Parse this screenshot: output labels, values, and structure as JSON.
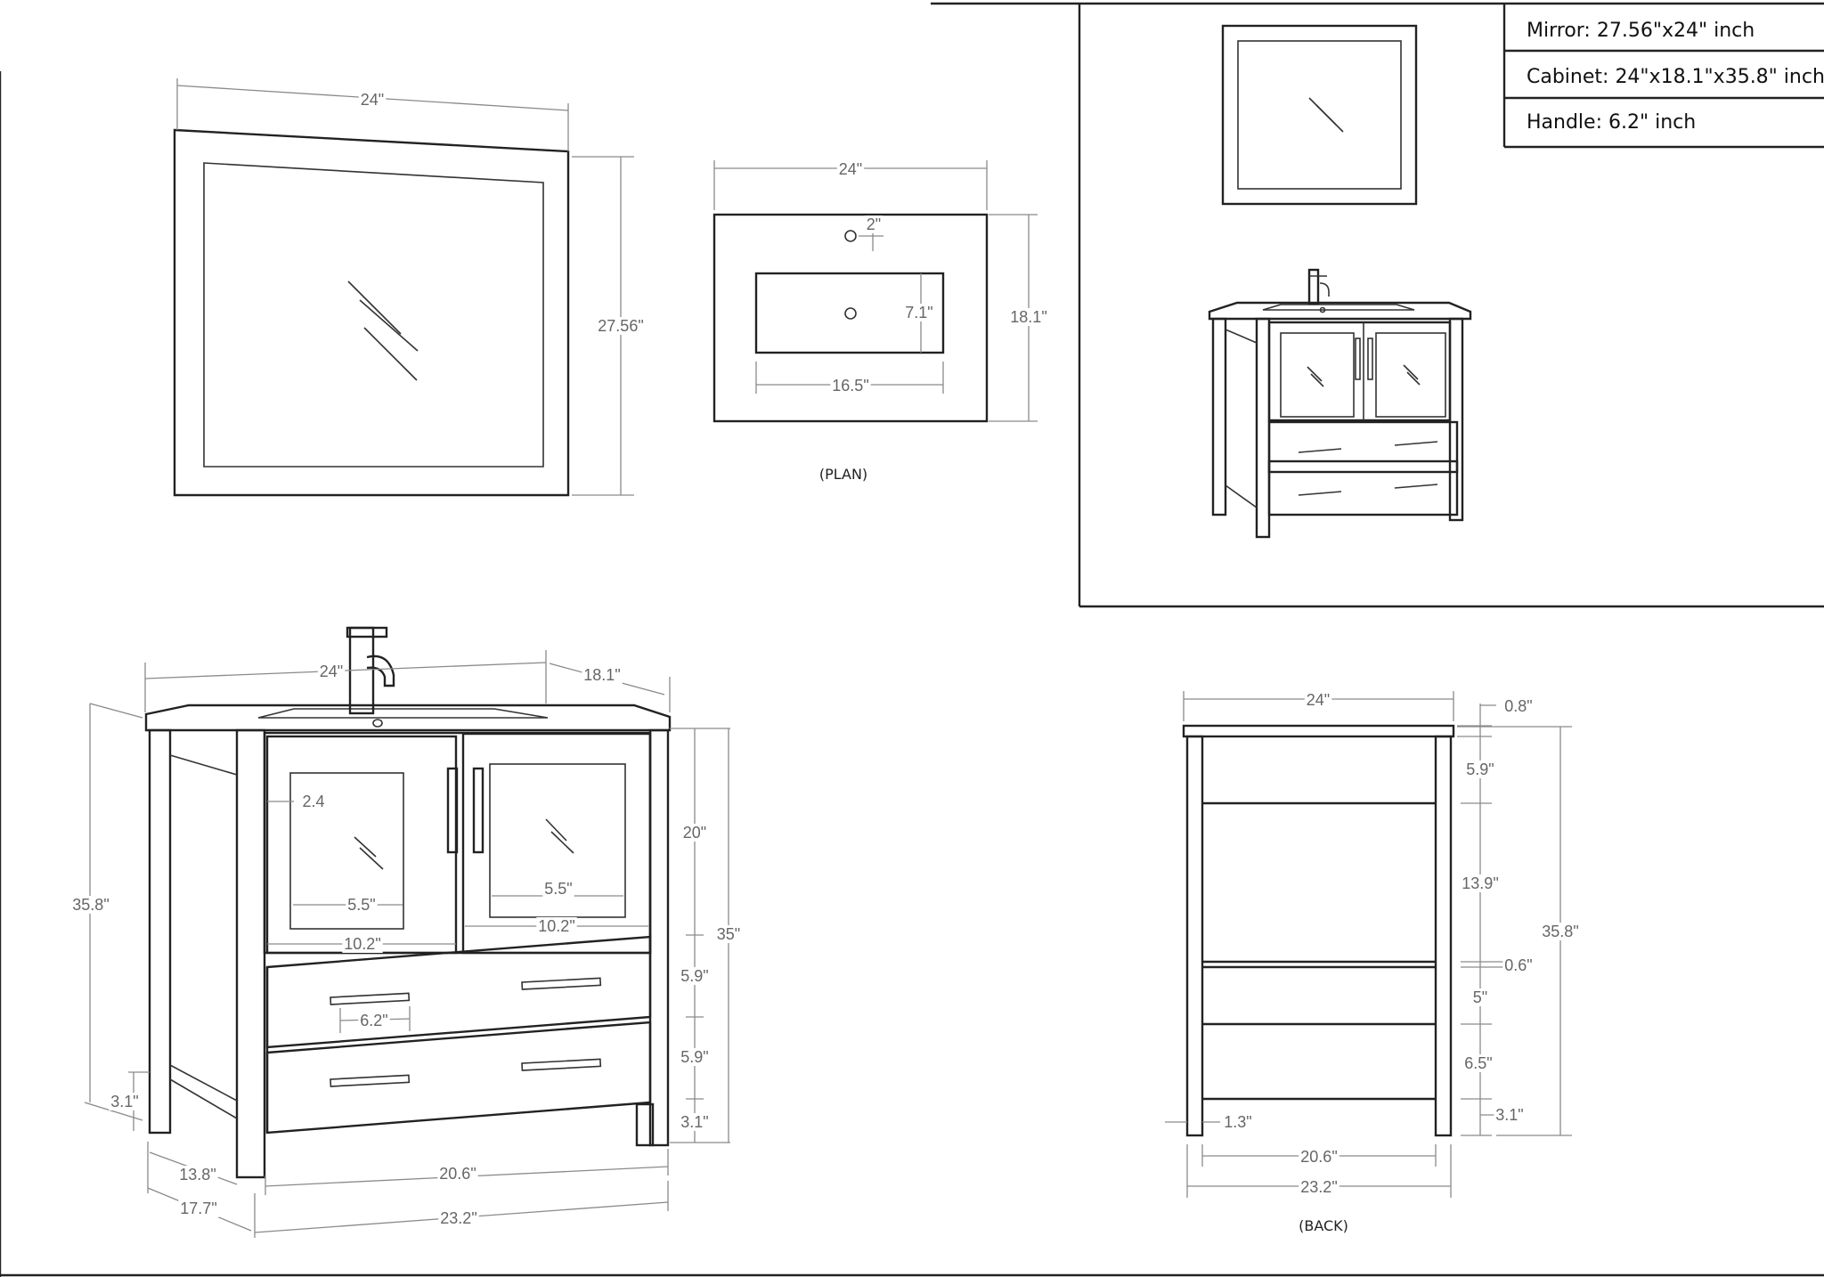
{
  "specs": [
    {
      "label": "Mirror:",
      "value": "27.56\"x24\"",
      "unit": "inch"
    },
    {
      "label": "Cabinet:",
      "value": "24\"x18.1\"x35.8\"",
      "unit": "inch"
    },
    {
      "label": "Handle:",
      "value": "6.2\"",
      "unit": "inch"
    }
  ],
  "mirror": {
    "width": "24\"",
    "height": "27.56\""
  },
  "plan": {
    "caption": "(PLAN)",
    "width": "24\"",
    "depth": "18.1\"",
    "hole": "2\"",
    "basin_width": "16.5\"",
    "basin_depth": "7.1\""
  },
  "front": {
    "width": "24\"",
    "depth": "18.1\"",
    "height": "35.8\"",
    "body_height": "35\"",
    "upper": "20\"",
    "drawer1": "5.9\"",
    "drawer2": "5.9\"",
    "leg": "3.1\"",
    "leg_side": "3.1\"",
    "stile": "2.4",
    "glass_left": "5.5\"",
    "glass_right": "5.5\"",
    "door_left": "10.2\"",
    "door_right": "10.2\"",
    "handle": "6.2\"",
    "side_inner": "13.8\"",
    "side_outer": "17.7\"",
    "inner_width": "20.6\"",
    "outer_width": "23.2\""
  },
  "back": {
    "caption": "(BACK)",
    "width": "24\"",
    "top": "0.8\"",
    "rail": "5.9\"",
    "open": "13.9\"",
    "shelf": "0.6\"",
    "gap": "5\"",
    "lower": "6.5\"",
    "leg": "3.1\"",
    "height": "35.8\"",
    "side": "1.3\"",
    "inner_width": "20.6\"",
    "outer_width": "23.2\""
  }
}
